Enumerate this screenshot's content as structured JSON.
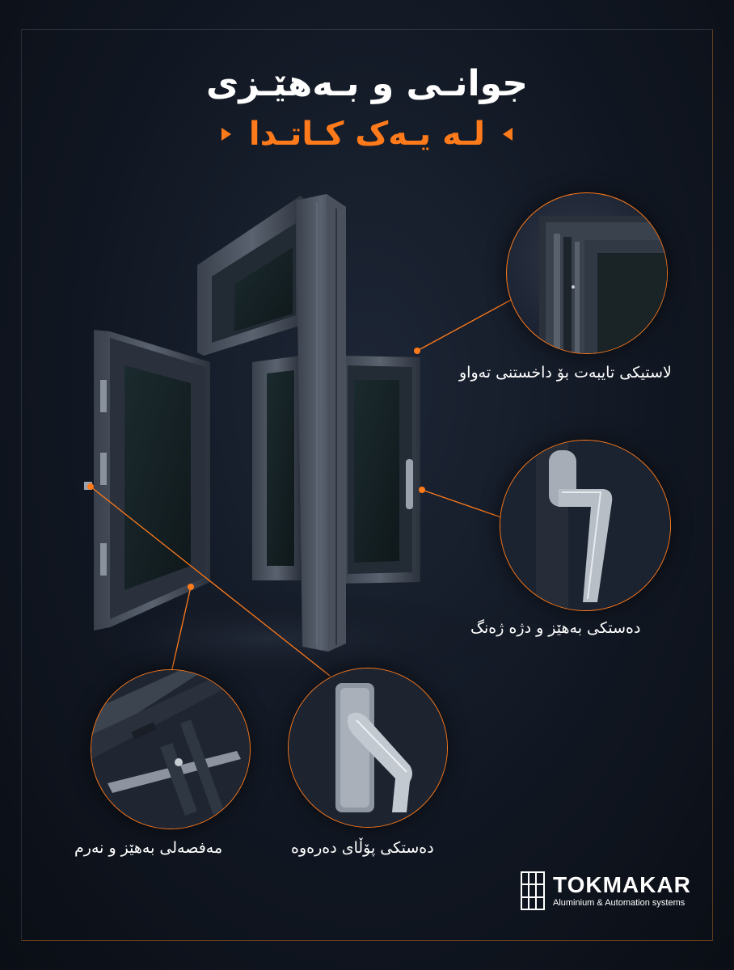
{
  "header": {
    "title": "جوانـی و بـەهێـزی",
    "subtitle": "لـە یـەک کـاتـدا"
  },
  "features": [
    {
      "label": "لاستیکی تایبەت بۆ داخستنی تەواو",
      "icon": "gasket-closeup"
    },
    {
      "label": "دەستکی بەهێز و دژە ژەنگ",
      "icon": "handle-closeup"
    },
    {
      "label": "مەفصەلی بەهێز و نەرم",
      "icon": "hinge-closeup"
    },
    {
      "label": "دەستکی پۆڵای دەرەوە",
      "icon": "steel-handle-closeup"
    }
  ],
  "brand": {
    "name": "TOKMAKAR",
    "tagline": "Aluminium & Automation systems",
    "logo_icon": "window-frame-logo-icon"
  },
  "colors": {
    "accent": "#ff7a1a",
    "background": "#111722",
    "text": "#ffffff"
  }
}
